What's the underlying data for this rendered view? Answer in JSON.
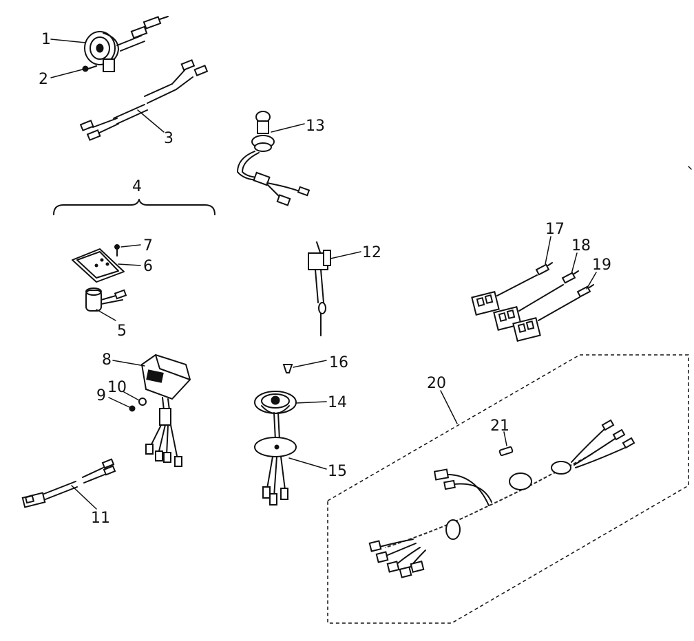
{
  "labels": {
    "p1": "1",
    "p2": "2",
    "p3": "3",
    "p4": "4",
    "p5": "5",
    "p6": "6",
    "p7": "7",
    "p8": "8",
    "p9": "9",
    "p10": "10",
    "p11": "11",
    "p12": "12",
    "p13": "13",
    "p14": "14",
    "p15": "15",
    "p16": "16",
    "p17": "17",
    "p18": "18",
    "p19": "19",
    "p20": "20",
    "p21": "21"
  },
  "colors": {
    "ink": "#111111",
    "paper": "#ffffff"
  }
}
